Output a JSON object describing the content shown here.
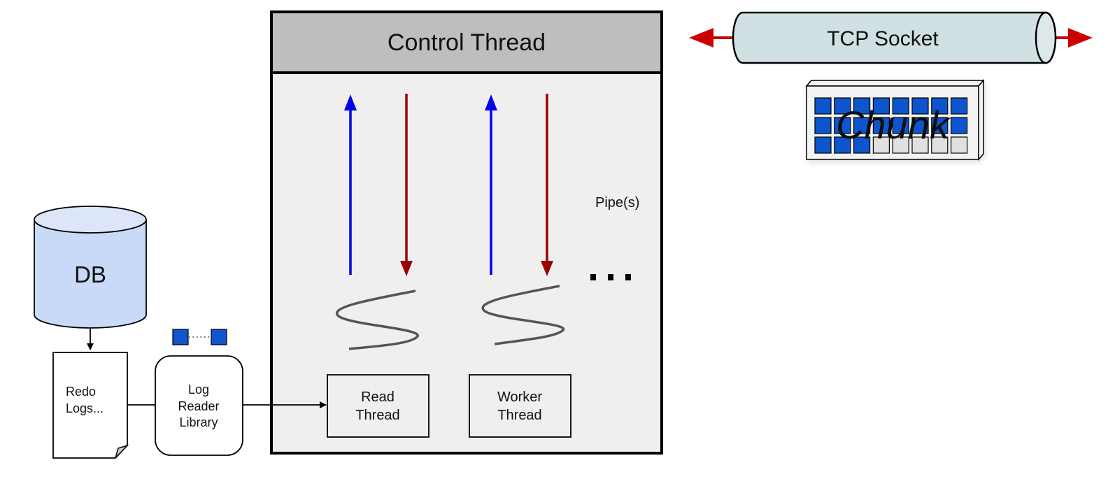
{
  "control_thread": {
    "title": "Control Thread",
    "header_color": "#bebebe",
    "body_color": "#efefef"
  },
  "threads": [
    {
      "line1": "Read",
      "line2": "Thread"
    },
    {
      "line1": "Worker",
      "line2": "Thread"
    }
  ],
  "pipes": {
    "label": "Pipe(s)",
    "ellipsis": "...",
    "up_color": "#0000ee",
    "down_color": "#990000"
  },
  "db": {
    "label": "DB",
    "fill": "#c9daf8",
    "top_fill": "#dde6f9"
  },
  "redo_logs": {
    "line1": "Redo",
    "line2": "Logs..."
  },
  "log_reader": {
    "line1": "Log",
    "line2": "Reader",
    "line3": "Library"
  },
  "tcp_socket": {
    "label": "TCP Socket",
    "fill": "#d0e0e3",
    "arrow_color": "#cc0000"
  },
  "chunk": {
    "label": "Chunk",
    "label_color": "#ffff00",
    "filled_color": "#1155cc",
    "empty_color": "#e0e0e0",
    "rows": 3,
    "cols": 8,
    "filled_cells": 19
  }
}
